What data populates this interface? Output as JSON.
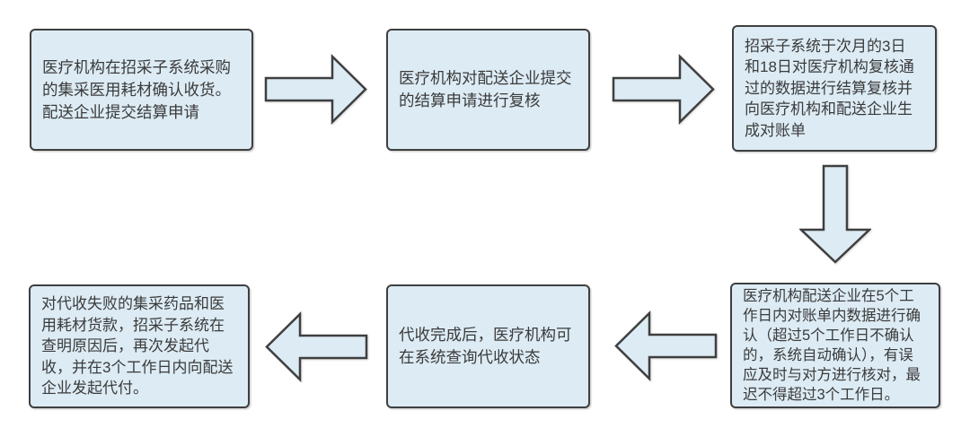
{
  "diagram": {
    "type": "flowchart",
    "colors": {
      "canvas_bg": "#ffffff",
      "shape_fill": "#dcebf4",
      "shape_border": "#3f3f3f",
      "text_color": "#3b3b3b"
    },
    "steps": {
      "step1": {
        "id": "step-1",
        "lines": [
          "医疗机构在招采子系统采购",
          "的集采医用耗材确认收货。",
          "配送企业提交结算申请"
        ]
      },
      "step2": {
        "id": "step-2",
        "lines": [
          "医疗机构对配送企业提交",
          "的结算申请进行复核"
        ]
      },
      "step3": {
        "id": "step-3",
        "lines": [
          "招采子系统于次月的3日",
          "和18日对医疗机构复核通",
          "过的数据进行结算复核并",
          "向医疗机构和配送企业生",
          "成对账单"
        ]
      },
      "step4": {
        "id": "step-4",
        "lines": [
          "医疗机构配送企业在5个工",
          "作日内对账单内数据进行确",
          "认（超过5个工作日不确认",
          "的，系统自动确认），有误",
          "应及时与对方进行核对，最",
          "迟不得超过3个工作日。"
        ]
      },
      "step5": {
        "id": "step-5",
        "lines": [
          "代收完成后，医疗机构可",
          "在系统查询代收状态"
        ]
      },
      "step6": {
        "id": "step-6",
        "lines": [
          "对代收失败的集采药品和医",
          "用耗材货款，招采子系统在",
          "查明原因后，再次发起代",
          "收，并在3个工作日内向配送",
          "企业发起代付。"
        ]
      }
    },
    "connectors": [
      {
        "from": "step-1",
        "to": "step-2",
        "direction": "right"
      },
      {
        "from": "step-2",
        "to": "step-3",
        "direction": "right"
      },
      {
        "from": "step-3",
        "to": "step-4",
        "direction": "down"
      },
      {
        "from": "step-4",
        "to": "step-5",
        "direction": "left"
      },
      {
        "from": "step-5",
        "to": "step-6",
        "direction": "left"
      }
    ]
  }
}
